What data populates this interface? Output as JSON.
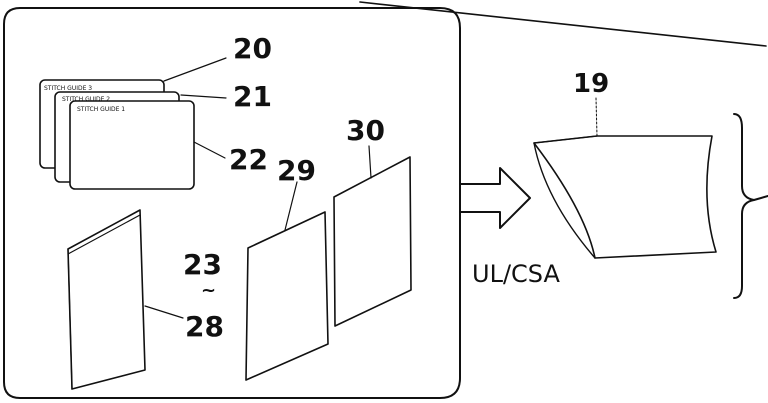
{
  "guides": {
    "card3": "STITCH GUIDE 3",
    "card2": "STITCH GUIDE 2",
    "card1": "STITCH GUIDE 1"
  },
  "numbers": {
    "n20": "20",
    "n21": "21",
    "n22": "22",
    "n23": "23",
    "tilde": "~",
    "n28": "28",
    "n29": "29",
    "n30": "30",
    "n19": "19"
  },
  "label_ul_csa": "UL/CSA",
  "colors": {
    "ink": "#111111",
    "background": "#ffffff"
  }
}
